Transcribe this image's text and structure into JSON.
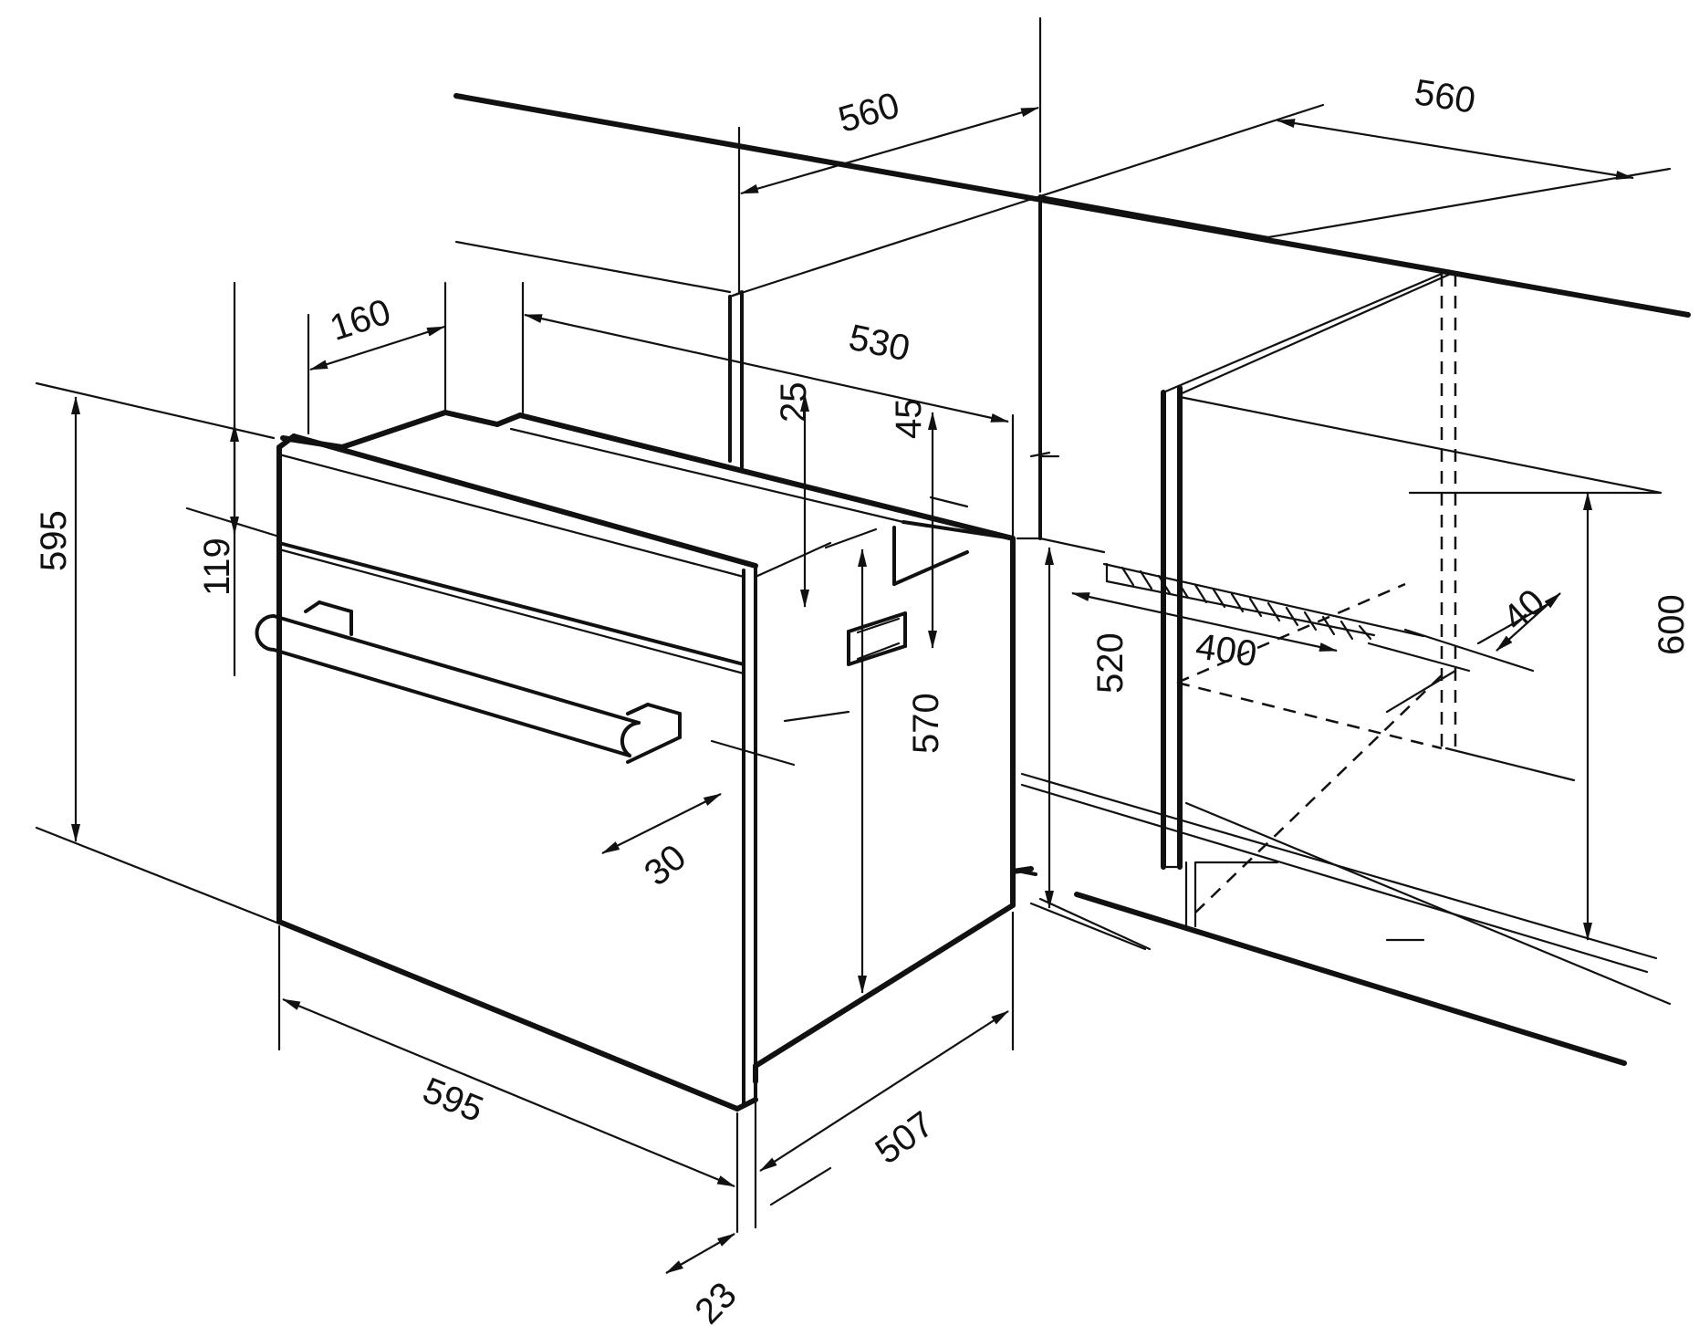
{
  "dimensions": {
    "top_width_left": "560",
    "top_width_right": "560",
    "top_offset": "160",
    "top_depth": "530",
    "gap_25": "25",
    "gap_45": "45",
    "oven_height": "595",
    "panel_height": "119",
    "cabinet_height_520": "520",
    "inner_height_570": "570",
    "handle_depth": "30",
    "opening_400": "400",
    "vent_40": "40",
    "niche_height": "600",
    "oven_width": "595",
    "oven_depth": "507",
    "front_thickness": "23"
  }
}
